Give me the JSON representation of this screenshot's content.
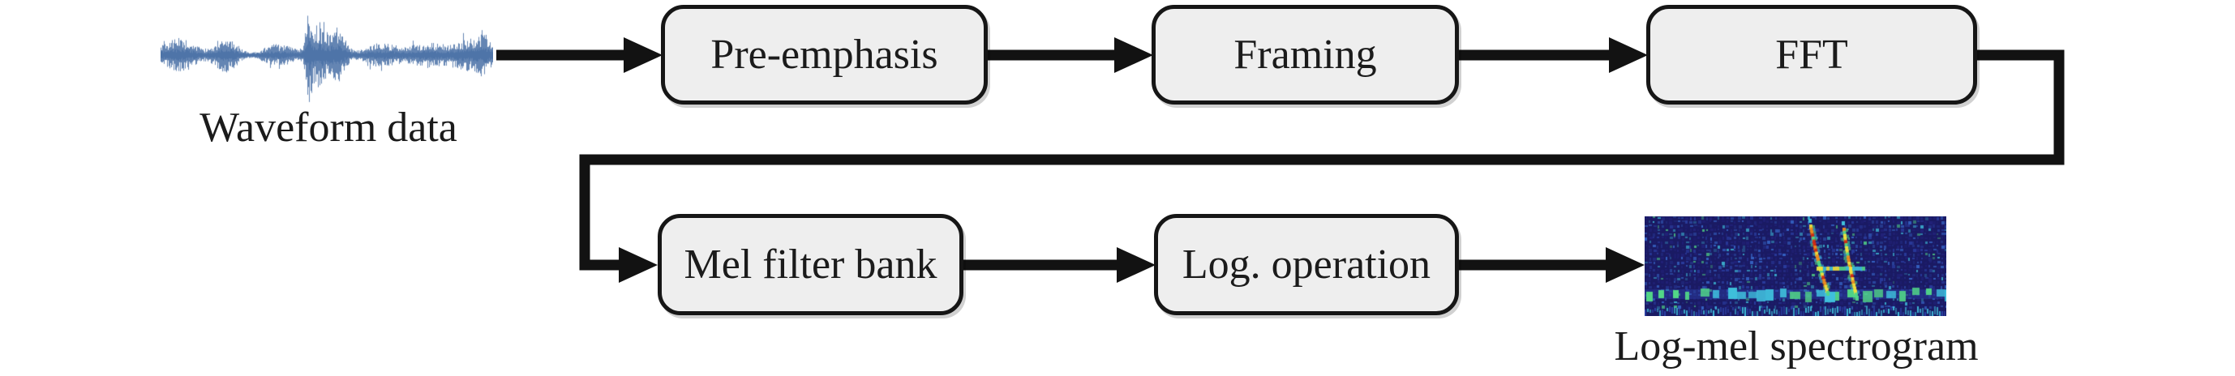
{
  "style": {
    "box_fill": "#eeeeee",
    "box_border": "#161616",
    "arrow_color": "#121212",
    "text_color": "#1b1b1b",
    "background": "#ffffff"
  },
  "waveform": {
    "label": "Waveform data",
    "color": "#4e74a8"
  },
  "stages": [
    {
      "id": "pre-emphasis",
      "label": "Pre-emphasis"
    },
    {
      "id": "framing",
      "label": "Framing"
    },
    {
      "id": "fft",
      "label": "FFT"
    },
    {
      "id": "mel-filter-bank",
      "label": "Mel filter bank"
    },
    {
      "id": "log-operation",
      "label": "Log. operation"
    }
  ],
  "spectrogram": {
    "label": "Log-mel spectrogram",
    "background": "#1a1a63",
    "palette": {
      "deep_blue": "#23237d",
      "blue": "#2c41a6",
      "mid_blue": "#3a6fd4",
      "cyan": "#3fc0dc",
      "green": "#52d887",
      "yellow": "#f2e23c",
      "orange": "#ef8c1e",
      "red": "#d42a12"
    }
  },
  "connections": [
    {
      "from": "waveform",
      "to": "pre-emphasis"
    },
    {
      "from": "pre-emphasis",
      "to": "framing"
    },
    {
      "from": "framing",
      "to": "fft"
    },
    {
      "from": "fft",
      "to": "mel-filter-bank"
    },
    {
      "from": "mel-filter-bank",
      "to": "log-operation"
    },
    {
      "from": "log-operation",
      "to": "spectrogram"
    }
  ]
}
